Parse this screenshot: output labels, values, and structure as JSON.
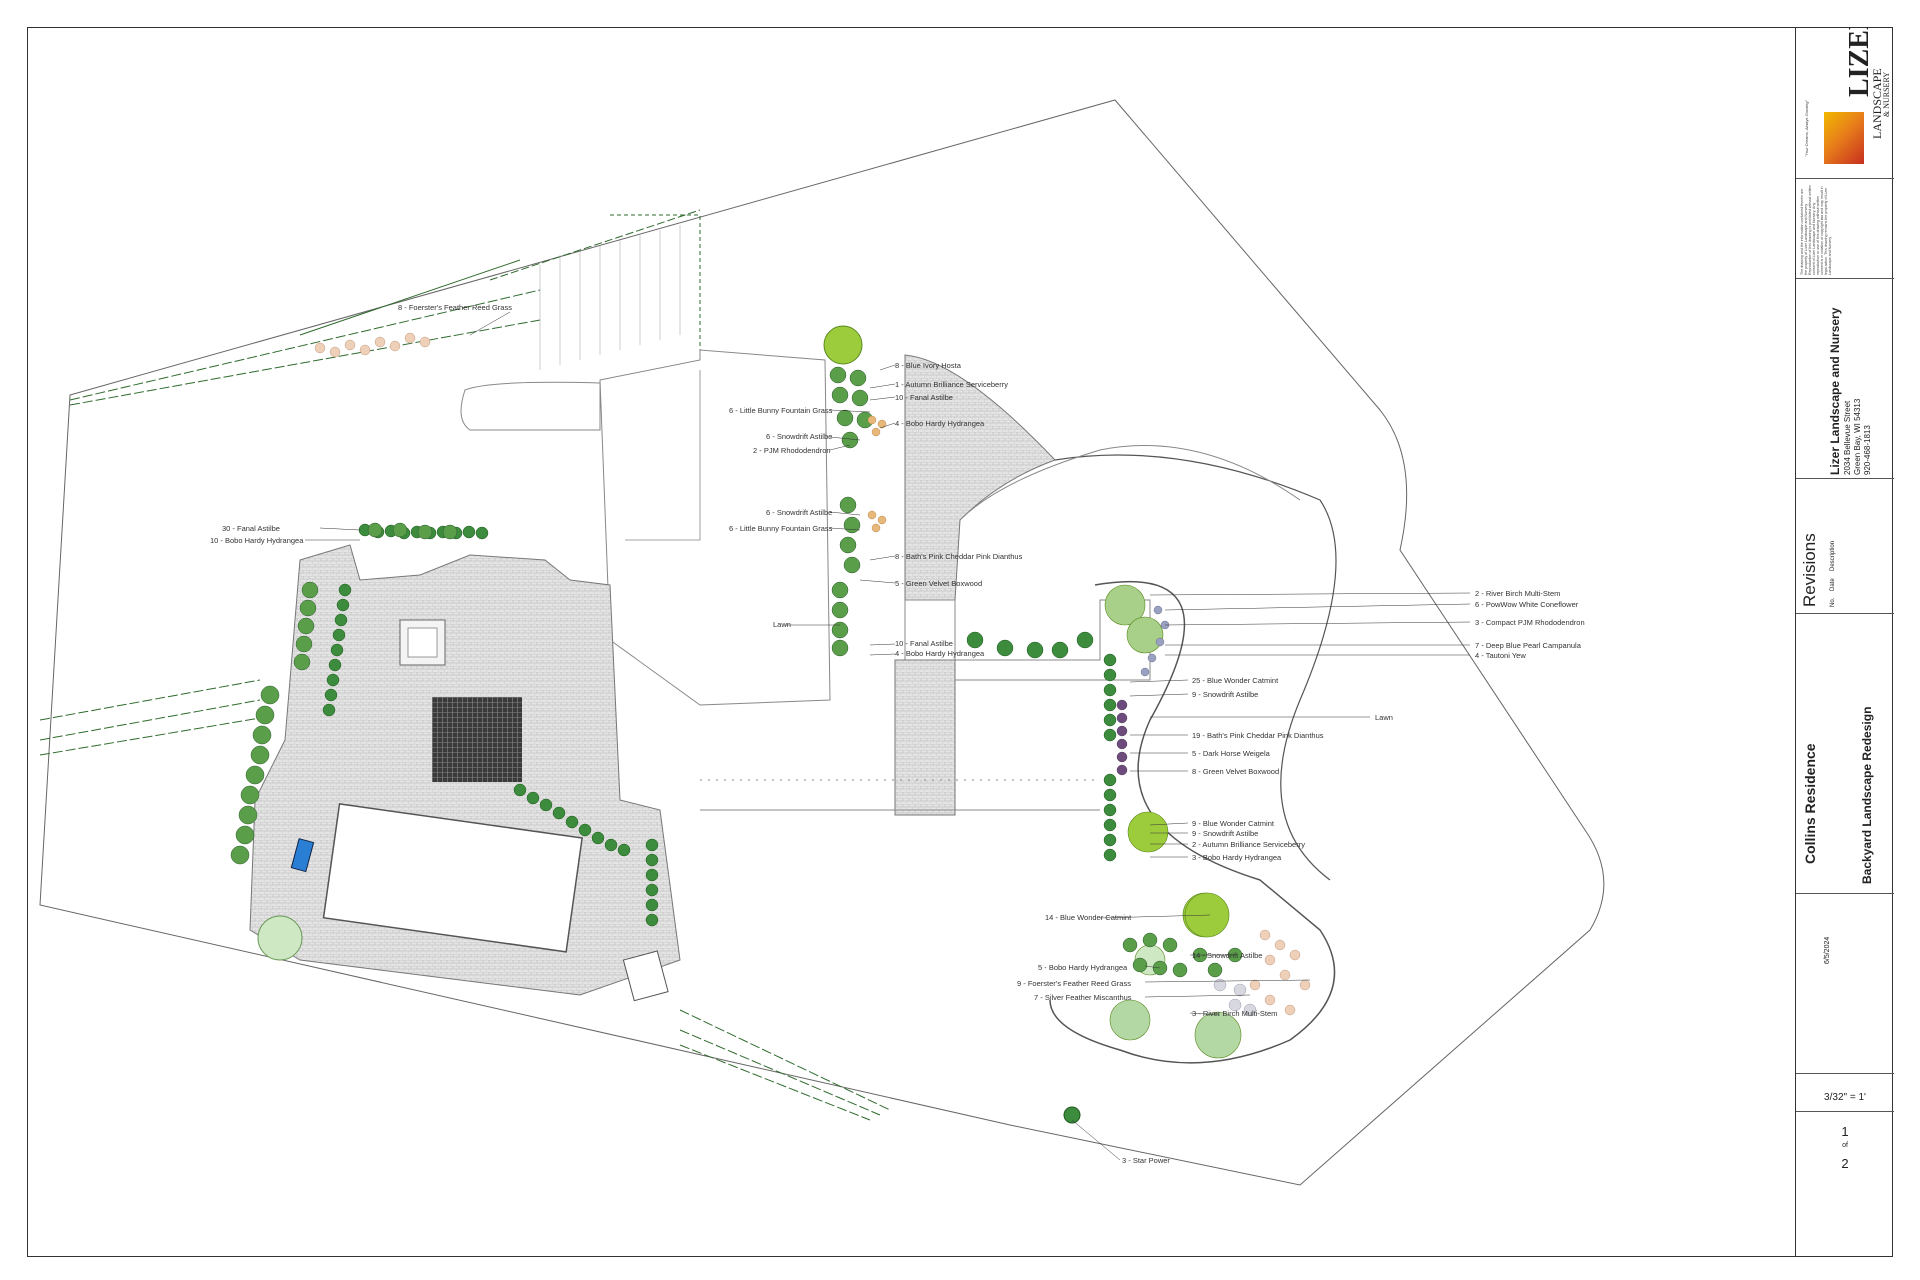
{
  "title_block": {
    "company_name": "Lizer Landscape and Nursery",
    "address_line1": "2034 Bellevue Street",
    "address_line2": "Green Bay, WI 54313",
    "phone": "920-468-1813",
    "logo_word": "LIZER",
    "logo_sub1": "LANDSCAPE",
    "logo_sub2": "& NURSERY",
    "tagline": "\"Your Dreams, Always Growing\"",
    "copyright_note": "The drawing and the information contained therein are the property of Lizer Landscape and Nursery. Reproduction of this drawing is prohibited without written consent of Lizer Landscape and Nursery. Any reproduction or use of this drawing without written consent is in violation of copyright law and may result in legal action. This drawing remains the property of Lizer Landscape and Nursery.",
    "revisions_heading": "Revisions",
    "rev_cols": [
      "No.",
      "Date",
      "Description"
    ],
    "project_name": "Collins Residence",
    "drawing_title": "Backyard Landscape Redesign",
    "date": "6/5/2024",
    "scale": "3/32\" = 1'",
    "sheet_no": "1",
    "sheet_of": "of",
    "sheet_total": "2"
  },
  "labels": [
    {
      "text": "8 - Foerster's Feather Reed Grass"
    },
    {
      "text": "8 - Blue Ivory Hosta"
    },
    {
      "text": "1 - Autumn Brilliance Serviceberry"
    },
    {
      "text": "10 - Fanal Astilbe"
    },
    {
      "text": "6 - Little Bunny Fountain Grass"
    },
    {
      "text": "4 - Bobo Hardy Hydrangea"
    },
    {
      "text": "6 - Snowdrift Astilbe"
    },
    {
      "text": "2 - PJM Rhododendron"
    },
    {
      "text": "6 - Snowdrift Astilbe"
    },
    {
      "text": "6 - Little Bunny Fountain Grass"
    },
    {
      "text": "30 - Fanal Astilbe"
    },
    {
      "text": "10 - Bobo Hardy Hydrangea"
    },
    {
      "text": "8 - Bath's Pink Cheddar Pink Dianthus"
    },
    {
      "text": "5 - Green Velvet Boxwood"
    },
    {
      "text": "Lawn"
    },
    {
      "text": "10 - Fanal Astilbe"
    },
    {
      "text": "4 - Bobo Hardy Hydrangea"
    },
    {
      "text": "2 - River Birch Multi-Stem"
    },
    {
      "text": "6 - PowWow White Coneflower"
    },
    {
      "text": "3 - Compact PJM Rhododendron"
    },
    {
      "text": "7 - Deep Blue Pearl Campanula"
    },
    {
      "text": "4 - Tautoni Yew"
    },
    {
      "text": "25 - Blue Wonder Catmint"
    },
    {
      "text": "9 - Snowdrift Astilbe"
    },
    {
      "text": "Lawn"
    },
    {
      "text": "19 - Bath's Pink Cheddar Pink Dianthus"
    },
    {
      "text": "5 - Dark Horse Weigela"
    },
    {
      "text": "8 - Green Velvet Boxwood"
    },
    {
      "text": "9 - Blue Wonder Catmint"
    },
    {
      "text": "9 - Snowdrift Astilbe"
    },
    {
      "text": "2 - Autumn Brilliance Serviceberry"
    },
    {
      "text": "3 - Bobo Hardy Hydrangea"
    },
    {
      "text": "14 - Blue Wonder Catmint"
    },
    {
      "text": "14 - Snowdrift Astilbe"
    },
    {
      "text": "5 - Bobo Hardy Hydrangea"
    },
    {
      "text": "9 - Foerster's Feather Reed Grass"
    },
    {
      "text": "7 - Silver Feather Miscanthus"
    },
    {
      "text": "3 - River Birch Multi-Stem"
    },
    {
      "text": "3 - Star Power"
    }
  ],
  "colors": {
    "shrub_dark": "#2e7d32",
    "shrub_mid": "#5a9e4a",
    "tree_light": "#9ccc3c",
    "hedge": "#3d8b3d",
    "paver": "#e0e0e0",
    "purple": "#6d4c7d",
    "pool_blue": "#2a7fd4"
  }
}
